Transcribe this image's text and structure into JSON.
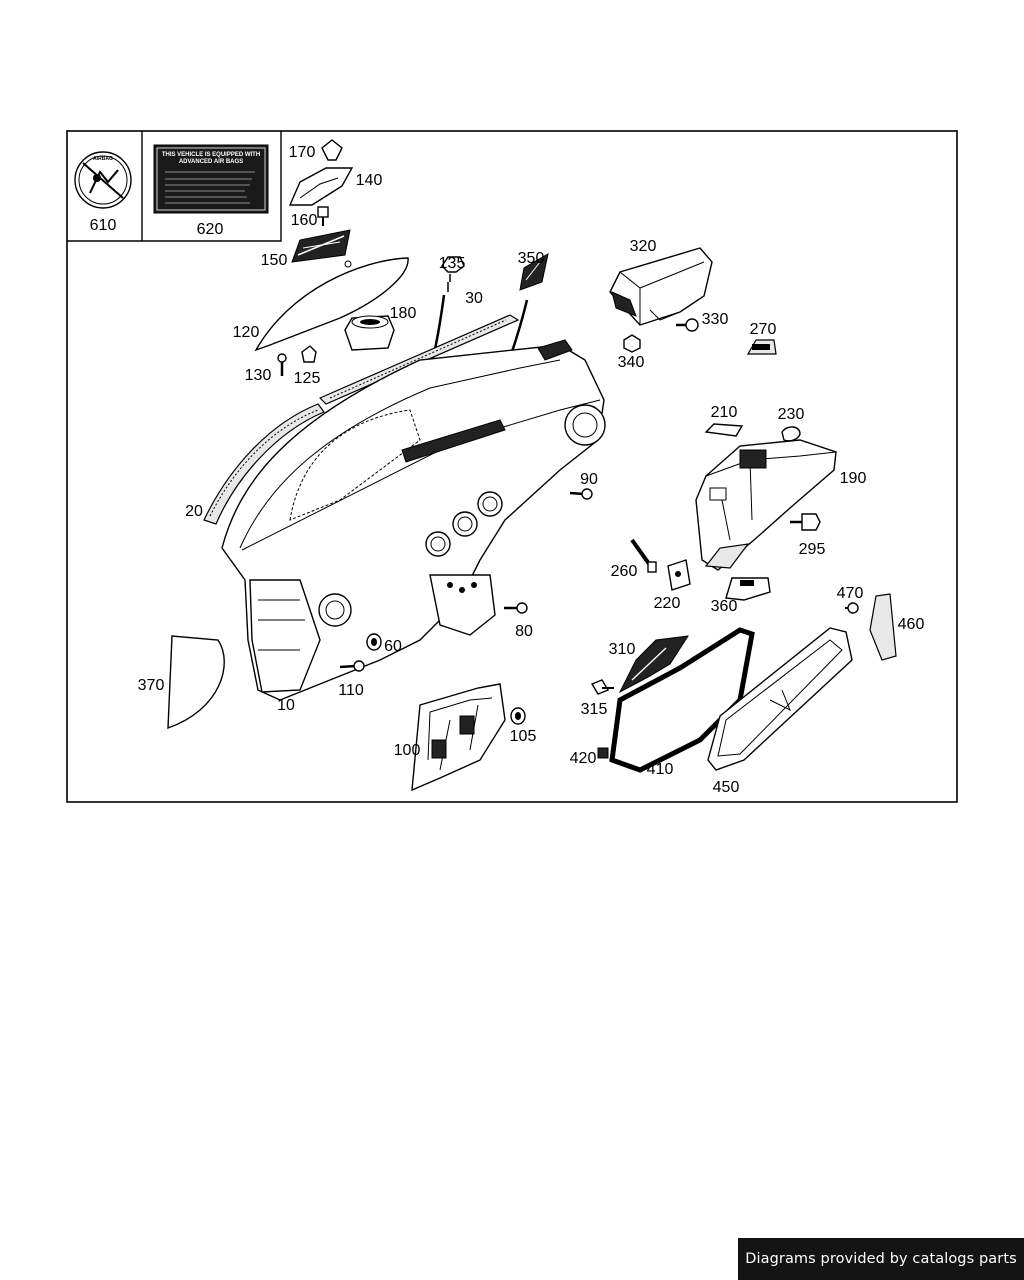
{
  "diagram": {
    "callouts": [
      {
        "id": "610",
        "text": "610"
      },
      {
        "id": "620",
        "text": "620"
      },
      {
        "id": "170",
        "text": "170"
      },
      {
        "id": "140",
        "text": "140"
      },
      {
        "id": "160",
        "text": "160"
      },
      {
        "id": "150",
        "text": "150"
      },
      {
        "id": "135",
        "text": "135"
      },
      {
        "id": "350",
        "text": "350"
      },
      {
        "id": "320",
        "text": "320"
      },
      {
        "id": "30",
        "text": "30"
      },
      {
        "id": "180",
        "text": "180"
      },
      {
        "id": "120",
        "text": "120"
      },
      {
        "id": "130",
        "text": "130"
      },
      {
        "id": "125",
        "text": "125"
      },
      {
        "id": "330",
        "text": "330"
      },
      {
        "id": "340",
        "text": "340"
      },
      {
        "id": "270",
        "text": "270"
      },
      {
        "id": "210",
        "text": "210"
      },
      {
        "id": "230",
        "text": "230"
      },
      {
        "id": "190",
        "text": "190"
      },
      {
        "id": "90",
        "text": "90"
      },
      {
        "id": "20",
        "text": "20"
      },
      {
        "id": "295",
        "text": "295"
      },
      {
        "id": "260",
        "text": "260"
      },
      {
        "id": "220",
        "text": "220"
      },
      {
        "id": "360",
        "text": "360"
      },
      {
        "id": "470",
        "text": "470"
      },
      {
        "id": "460",
        "text": "460"
      },
      {
        "id": "80",
        "text": "80"
      },
      {
        "id": "310",
        "text": "310"
      },
      {
        "id": "60",
        "text": "60"
      },
      {
        "id": "370",
        "text": "370"
      },
      {
        "id": "110",
        "text": "110"
      },
      {
        "id": "315",
        "text": "315"
      },
      {
        "id": "10",
        "text": "10"
      },
      {
        "id": "105",
        "text": "105"
      },
      {
        "id": "100",
        "text": "100"
      },
      {
        "id": "420",
        "text": "420"
      },
      {
        "id": "410",
        "text": "410"
      },
      {
        "id": "450",
        "text": "450"
      }
    ],
    "airbag_warning_label": {
      "heading_line1": "THIS VEHICLE IS EQUIPPED WITH",
      "heading_line2": "ADVANCED AIR BAGS"
    },
    "airbag_pictogram_text": "AIRBAG"
  },
  "footer": {
    "credit": "Diagrams provided by catalogs parts"
  },
  "colors": {
    "background": "#ffffff",
    "line": "#000000",
    "banner": "#141414",
    "banner_text": "#ffffff"
  }
}
